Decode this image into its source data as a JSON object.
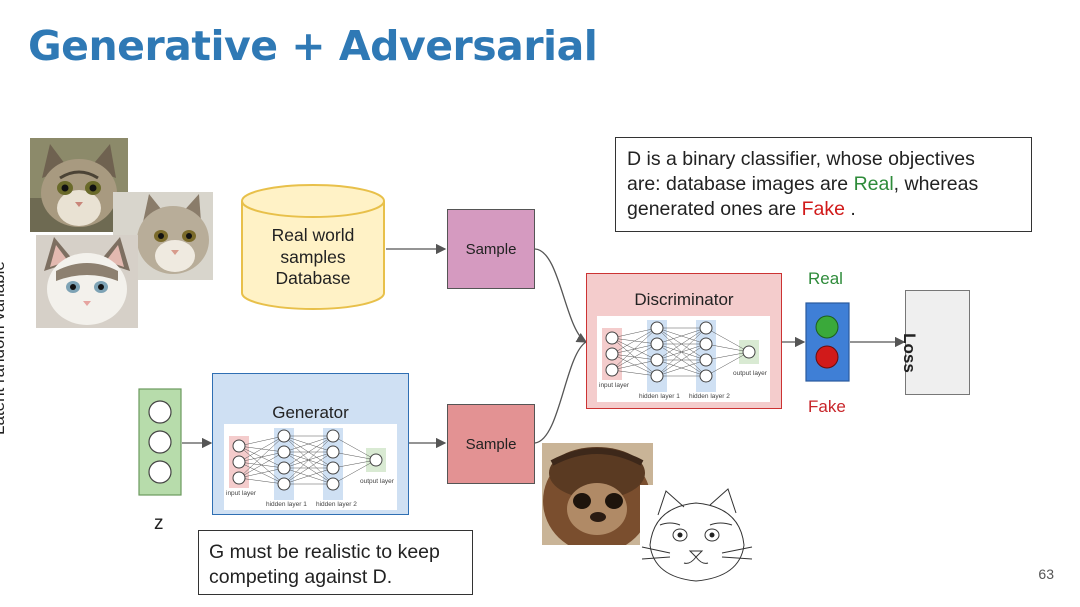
{
  "slide": {
    "title": "Generative + Adversarial",
    "page_number": "63"
  },
  "database": {
    "label_lines": [
      "Real world",
      "samples",
      "Database"
    ]
  },
  "sample_real": {
    "label": "Sample"
  },
  "sample_fake": {
    "label": "Sample"
  },
  "discriminator": {
    "label": "Discriminator",
    "layers": {
      "input": "input layer",
      "hidden1": "hidden layer 1",
      "hidden2": "hidden layer 2",
      "output": "output layer"
    }
  },
  "generator": {
    "label": "Generator",
    "layers": {
      "input": "input layer",
      "hidden1": "hidden layer 1",
      "hidden2": "hidden layer 2",
      "output": "output layer"
    }
  },
  "latent": {
    "axis_label": "Latent random variable",
    "symbol": "z"
  },
  "decision": {
    "real_label": "Real",
    "fake_label": "Fake",
    "real_color": "#2e8b3a",
    "fake_color": "#c8252a"
  },
  "loss": {
    "label": "Loss"
  },
  "note_d": {
    "line1": "D is a binary classifier, whose objectives",
    "line2_pre": "are: database images are ",
    "real_word": "Real",
    "line2_post": ", whereas",
    "line3_pre": "generated ones are ",
    "fake_word": "Fake",
    "line3_post": " ."
  },
  "note_g": {
    "line1": "G must be realistic to keep",
    "line2": "competing against D."
  },
  "colors": {
    "title": "#2f79b5",
    "database_fill": "#fff2c6",
    "database_stroke": "#e8c04a",
    "sample_real_fill": "#d59ac0",
    "sample_fake_fill": "#e39293",
    "discriminator_fill": "#f4cccc",
    "discriminator_stroke": "#cc3333",
    "generator_fill": "#cfe0f3",
    "generator_stroke": "#2f6fb3",
    "latent_fill": "#b7dcab",
    "decision_fill": "#3f7fd6",
    "loss_fill": "#efefef"
  }
}
